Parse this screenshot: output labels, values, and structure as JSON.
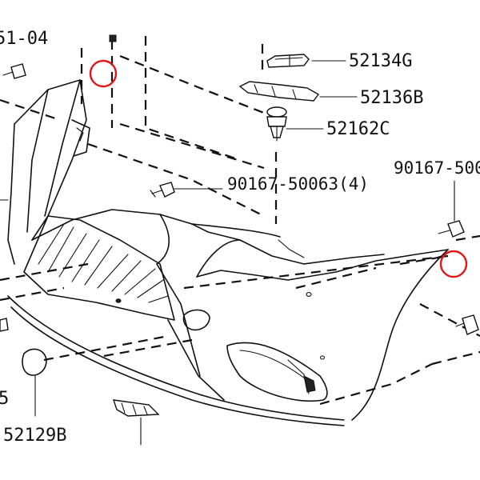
{
  "labels": {
    "tl_partial": "51-04",
    "p52134g": "52134G",
    "p52136b": "52136B",
    "p52162c": "52162C",
    "p90167_mid": "90167-50063(4)",
    "p90167_right": "90167-500",
    "bl_partial": "5",
    "p52129b": "52129B"
  },
  "colors": {
    "line": "#111111",
    "highlight": "#e01515",
    "background": "#ffffff"
  },
  "highlights": [
    "upper-left-clip-point",
    "right-side-clip-point"
  ]
}
